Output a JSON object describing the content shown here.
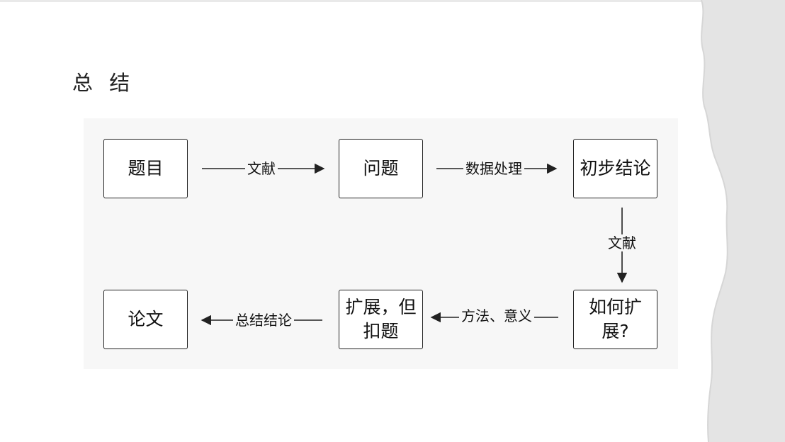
{
  "slide": {
    "title": "总 结"
  },
  "diagram": {
    "nodes": [
      {
        "id": "topic",
        "label": "题目"
      },
      {
        "id": "question",
        "label": "问题"
      },
      {
        "id": "prelim",
        "label": "初步结论"
      },
      {
        "id": "thesis",
        "label": "论文"
      },
      {
        "id": "extend-anchor",
        "label": "扩展，但扣题"
      },
      {
        "id": "how-extend",
        "label": "如何扩展?"
      }
    ],
    "edges": [
      {
        "from": "topic",
        "to": "question",
        "label": "文献"
      },
      {
        "from": "question",
        "to": "prelim",
        "label": "数据处理"
      },
      {
        "from": "prelim",
        "to": "how-extend",
        "label": "文献"
      },
      {
        "from": "how-extend",
        "to": "extend-anchor",
        "label": "方法、意义"
      },
      {
        "from": "extend-anchor",
        "to": "thesis",
        "label": "总结结论"
      }
    ]
  },
  "colors": {
    "panel": "#f7f7f7",
    "stroke": "#222222",
    "paper_shadow": "#e4e4e4"
  }
}
